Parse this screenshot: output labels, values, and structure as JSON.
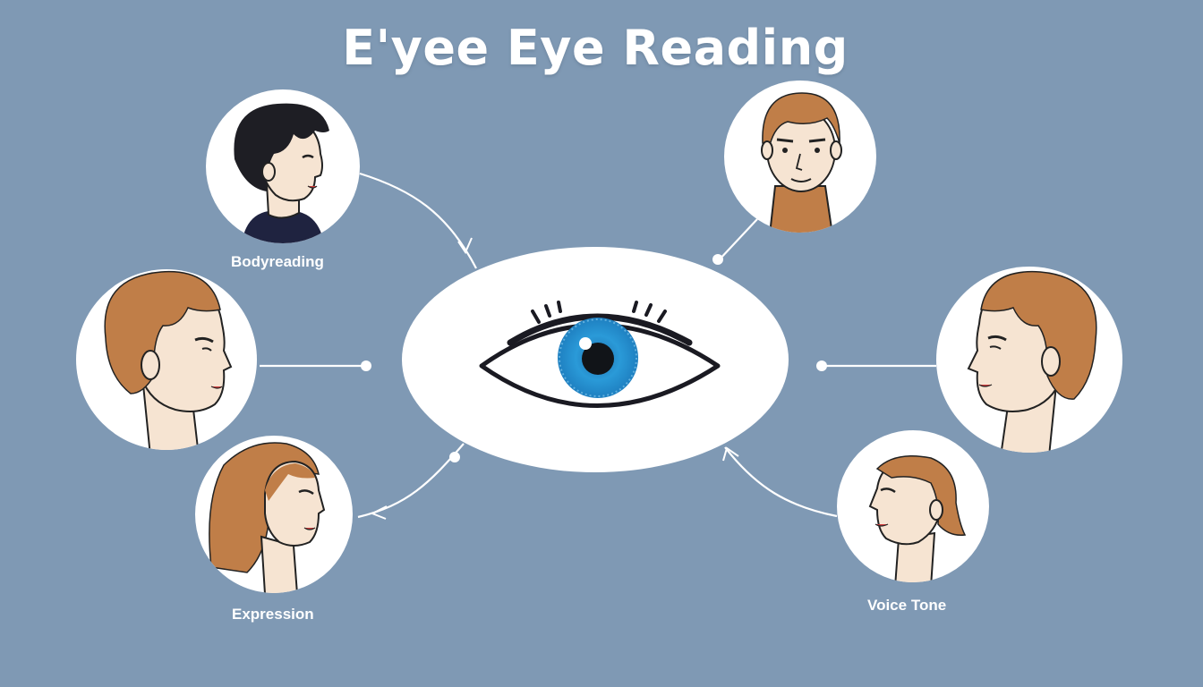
{
  "title": "E'yee Eye Reading",
  "colors": {
    "background": "#7f99b4",
    "iris": "#2a9ad8",
    "skin": "#f6e4d2",
    "hair_brown": "#c07e48",
    "hair_black": "#1e1e24",
    "connector": "#ffffff"
  },
  "center_icon": "eye-icon",
  "nodes": [
    {
      "id": "top-left",
      "label": "Bodyreading",
      "icon": "person-profile-icon",
      "hair": "black"
    },
    {
      "id": "top-right",
      "label": "",
      "icon": "person-front-icon",
      "hair": "brown"
    },
    {
      "id": "mid-left",
      "label": "",
      "icon": "person-profile-icon",
      "hair": "brown"
    },
    {
      "id": "mid-right",
      "label": "",
      "icon": "person-profile-icon",
      "hair": "brown"
    },
    {
      "id": "bottom-left",
      "label": "Expression",
      "icon": "person-long-hair-icon",
      "hair": "brown"
    },
    {
      "id": "bottom-right",
      "label": "Voice Tone",
      "icon": "person-profile-icon",
      "hair": "brown"
    }
  ]
}
